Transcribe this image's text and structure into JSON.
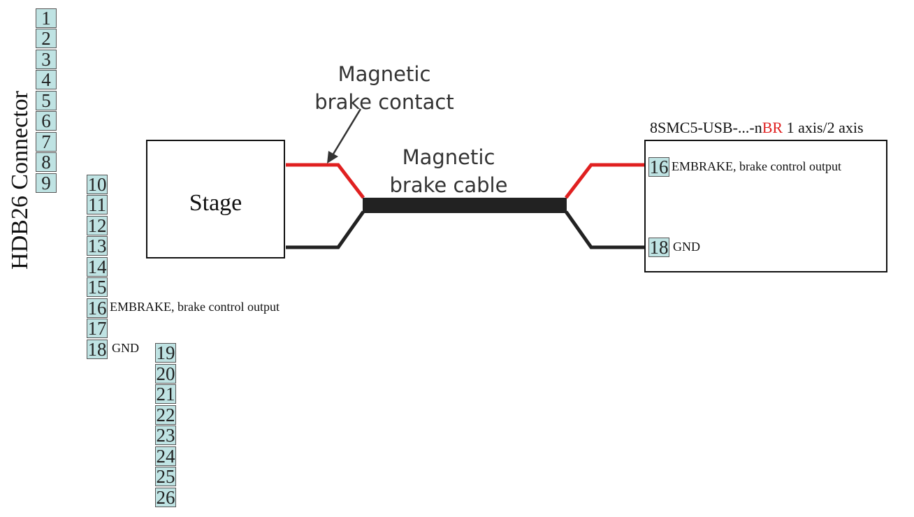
{
  "connector": {
    "title": "HDB26 Connector",
    "column1": [
      "1",
      "2",
      "3",
      "4",
      "5",
      "6",
      "7",
      "8",
      "9"
    ],
    "column2": [
      "10",
      "11",
      "12",
      "13",
      "14",
      "15",
      "16",
      "17",
      "18"
    ],
    "column3": [
      "19",
      "20",
      "21",
      "22",
      "23",
      "24",
      "25",
      "26"
    ],
    "pin16_label": "EMBRAKE, brake control output",
    "pin18_label": "GND"
  },
  "stage": {
    "label": "Stage"
  },
  "brake_contact": {
    "line1": "Magnetic",
    "line2": "brake contact"
  },
  "brake_cable": {
    "line1": "Magnetic",
    "line2": "brake cable"
  },
  "controller": {
    "title_prefix": "8SMC5-USB-...-n",
    "title_highlight": "BR",
    "title_suffix": " 1 axis/2 axis",
    "pin16_number": "16",
    "pin16_label": "EMBRAKE, brake control output",
    "pin18_number": "18",
    "pin18_label": "GND"
  },
  "colors": {
    "red_wire": "#e02020",
    "black_wire": "#222222",
    "pin_fill": "#bfe3e3"
  }
}
